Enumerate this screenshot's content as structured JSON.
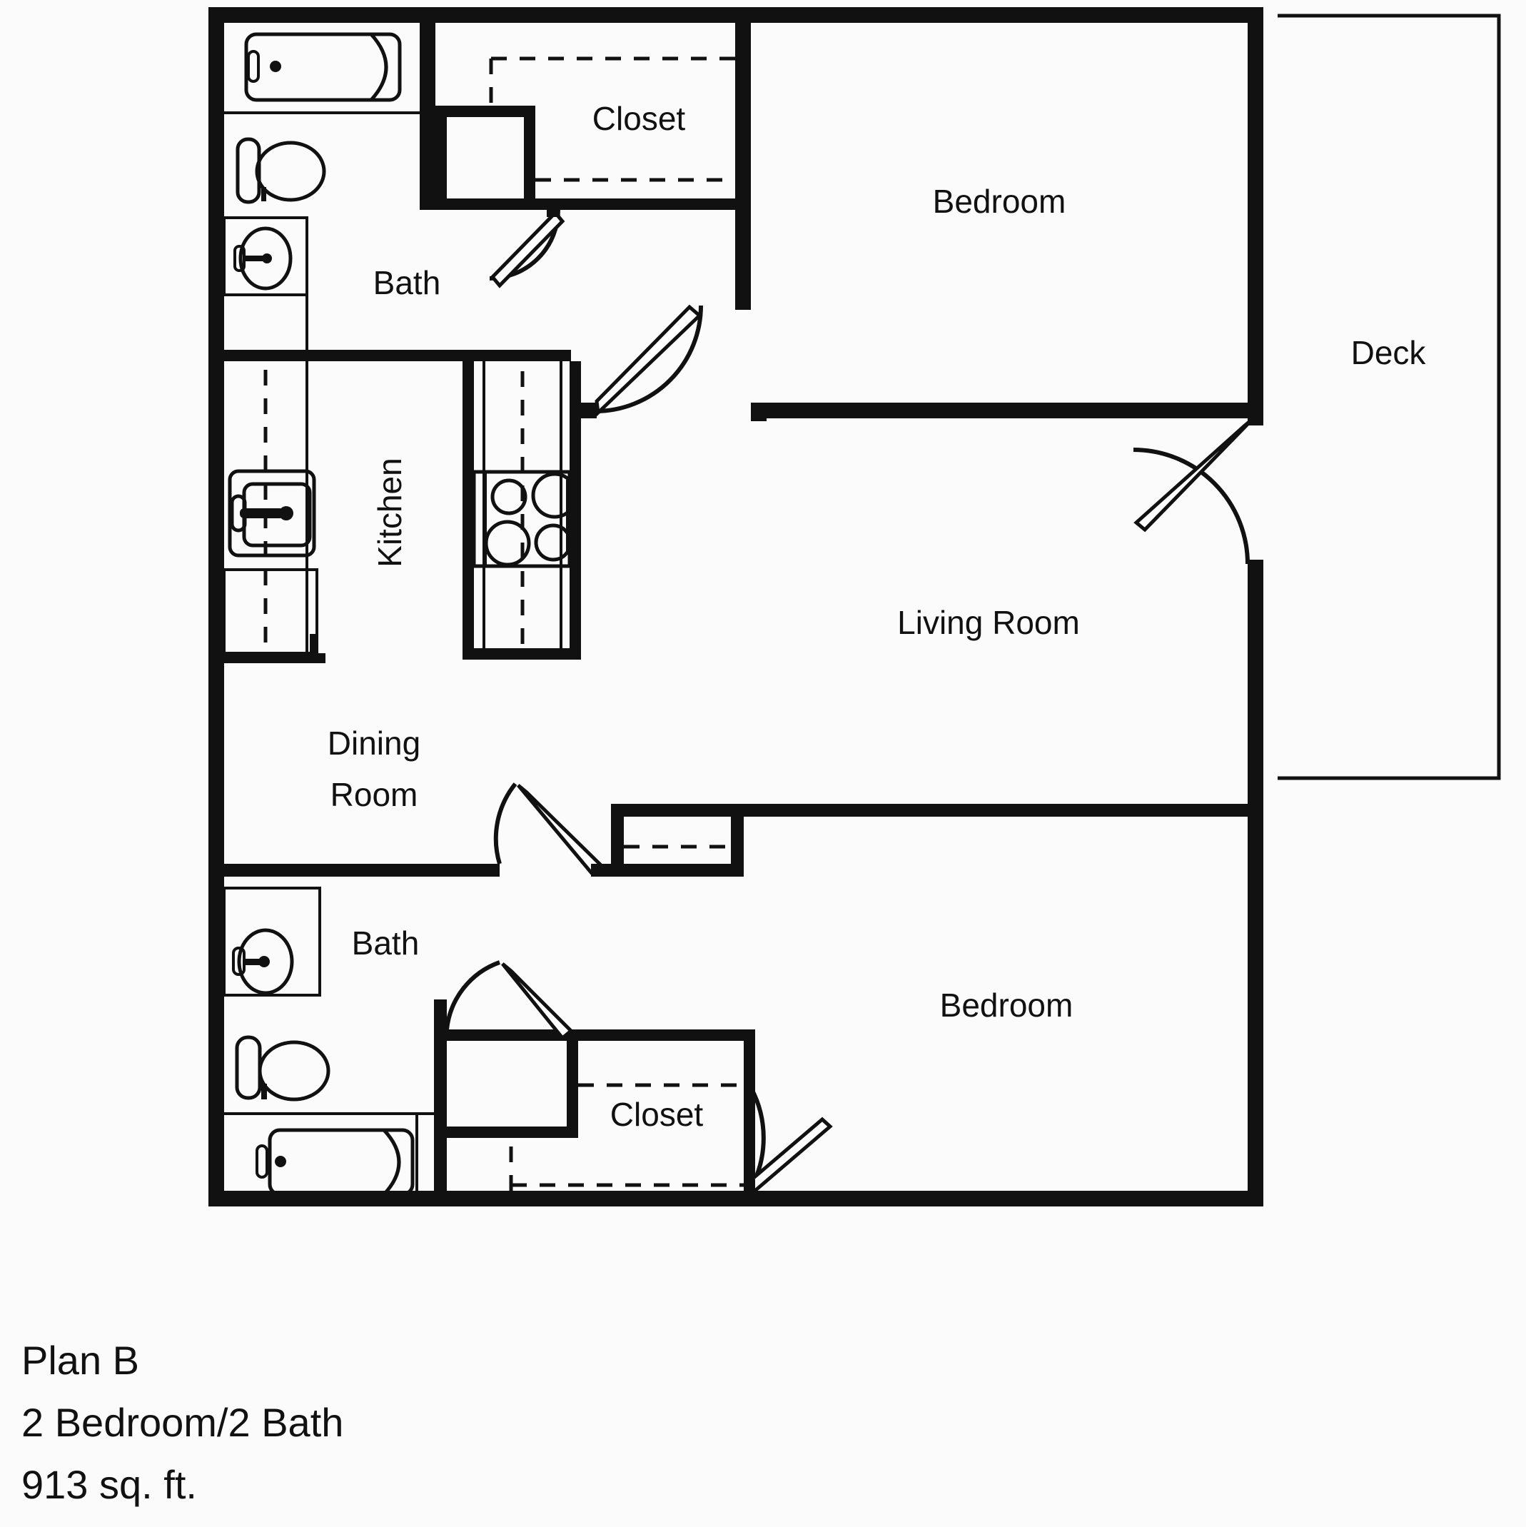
{
  "plan": {
    "caption": {
      "name": "Plan B",
      "beds_baths": "2 Bedroom/2 Bath",
      "area": "913 sq. ft."
    },
    "labels": {
      "closet_top": "Closet",
      "bath_top": "Bath",
      "bedroom_top": "Bedroom",
      "deck": "Deck",
      "kitchen": "Kitchen",
      "living_room": "Living Room",
      "dining_room_line1": "Dining",
      "dining_room_line2": "Room",
      "bath_bottom": "Bath",
      "closet_bottom": "Closet",
      "bedroom_bottom": "Bedroom"
    },
    "rooms": [
      {
        "name": "Bedroom",
        "position": "top-right"
      },
      {
        "name": "Closet",
        "position": "top-center"
      },
      {
        "name": "Bath",
        "position": "top-left"
      },
      {
        "name": "Kitchen",
        "position": "mid-left"
      },
      {
        "name": "Dining Room",
        "position": "center-left"
      },
      {
        "name": "Living Room",
        "position": "center-right"
      },
      {
        "name": "Bath",
        "position": "bottom-left"
      },
      {
        "name": "Closet",
        "position": "bottom-center"
      },
      {
        "name": "Bedroom",
        "position": "bottom-right"
      },
      {
        "name": "Deck",
        "position": "right-exterior"
      }
    ],
    "fixtures": [
      "bathtub-top",
      "toilet-top",
      "sink-top",
      "kitchen-sink",
      "kitchen-range",
      "refrigerator",
      "sink-bottom",
      "toilet-bottom",
      "bathtub-bottom"
    ],
    "colors": {
      "wall": "#111111",
      "background": "#fbfbfb",
      "text": "#111111"
    }
  }
}
